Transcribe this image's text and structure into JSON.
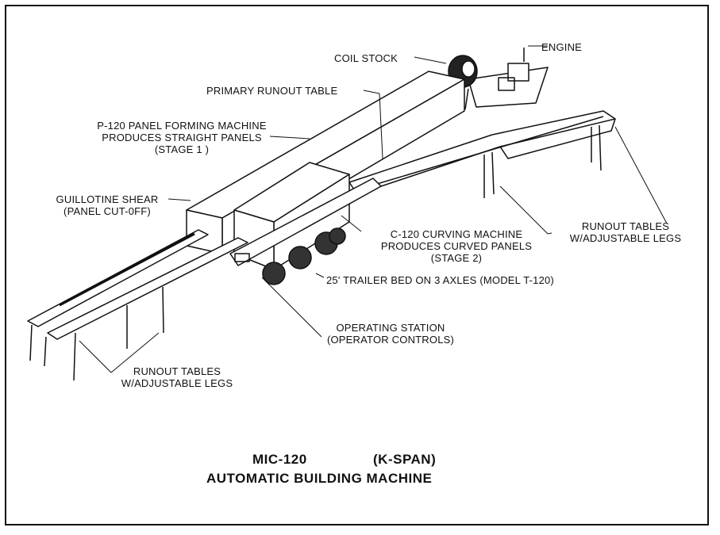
{
  "title": {
    "model": "MIC-120",
    "variant": "(K-SPAN)",
    "subtitle": "AUTOMATIC BUILDING MACHINE"
  },
  "labels": {
    "engine": "ENGINE",
    "coil_stock": "COIL STOCK",
    "primary_runout": "PRIMARY RUNOUT TABLE",
    "p120": [
      "P-120 PANEL FORMING MACHINE",
      "PRODUCES STRAIGHT PANELS",
      "(STAGE 1 )"
    ],
    "guillotine": [
      "GUILLOTINE SHEAR",
      "(PANEL CUT-0FF)"
    ],
    "c120": [
      "C-120 CURVING MACHINE",
      "PRODUCES CURVED PANELS",
      "(STAGE 2)"
    ],
    "runout_right": [
      "RUNOUT TABLES",
      "W/ADJUSTABLE LEGS"
    ],
    "trailer": "25' TRAILER BED ON 3 AXLES (MODEL T-120)",
    "operating": [
      "OPERATING STATION",
      "(OPERATOR CONTROLS)"
    ],
    "runout_left": [
      "RUNOUT TABLES",
      "W/ADJUSTABLE LEGS"
    ]
  }
}
